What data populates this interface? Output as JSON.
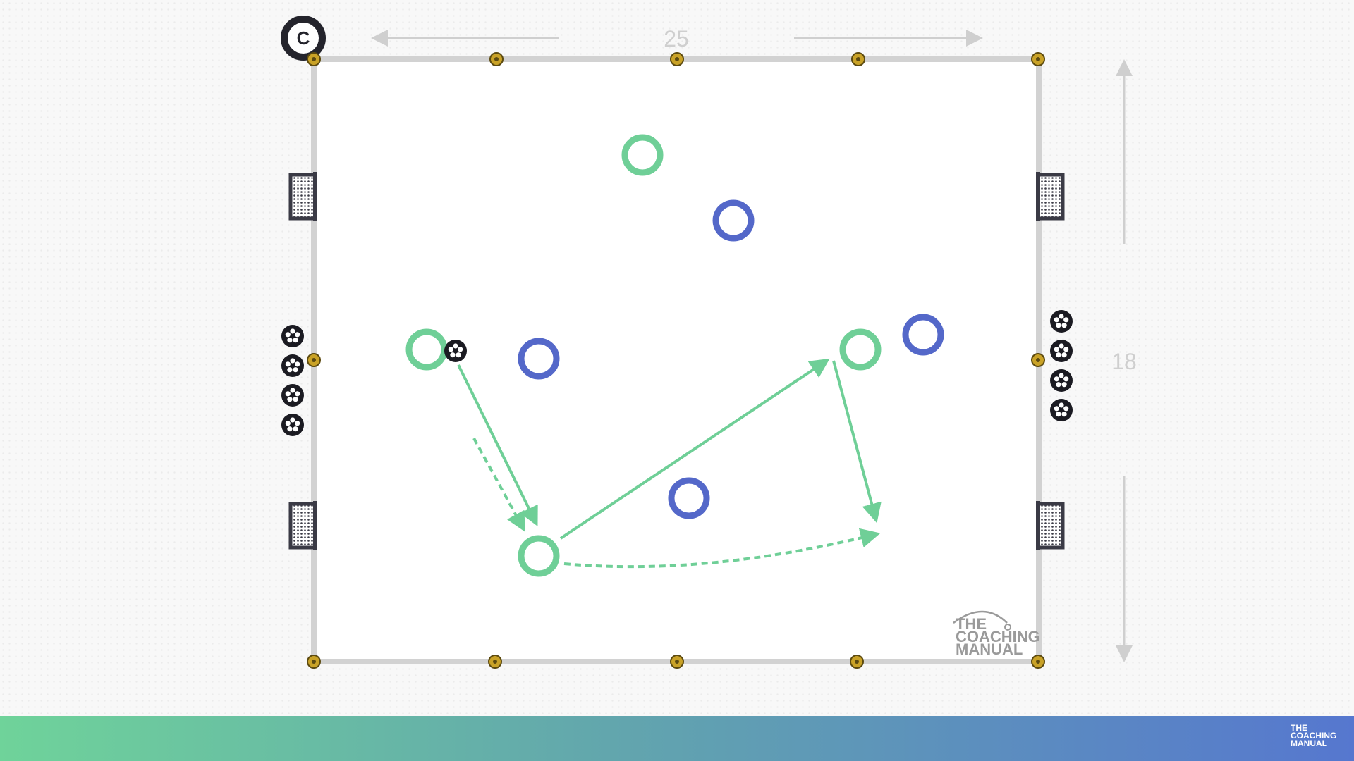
{
  "dimensions": {
    "width_label": "25",
    "height_label": "18"
  },
  "brand": {
    "corner_badge": "C",
    "logo_lines": [
      "THE",
      "COACHING",
      "MANUAL"
    ]
  },
  "team_colors": {
    "green": "#6fcf97",
    "blue": "#5468c9"
  },
  "colors": {
    "boundary": "#d2d2d2",
    "cone": "#c9a227",
    "goal": "#3a3a45",
    "ball": "#1b1b22",
    "arrow": "#6fcf97"
  },
  "icons": [
    "cone-icon",
    "goal-icon",
    "ball-icon",
    "player-marker"
  ]
}
